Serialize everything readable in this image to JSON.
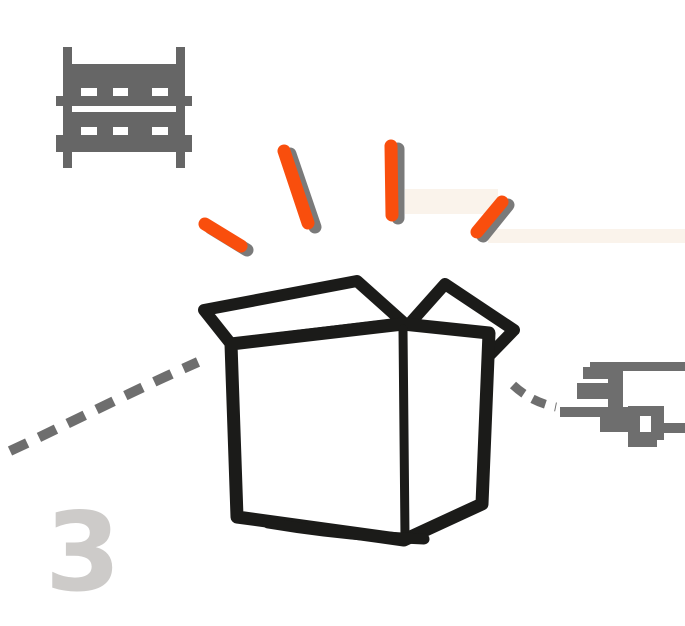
{
  "illustration": {
    "step_number": "3"
  },
  "icons": {
    "storage_rack": "storage-rack-icon",
    "sparkle_rays": "sparkle-rays-icon",
    "open_box": "open-box-icon",
    "dashed_route": "dashed-route-line",
    "speeding_wheel": "speeding-wheel-icon",
    "highlight_strips": "cream-highlight-strips"
  },
  "colors": {
    "accent_orange": "#F94E0D",
    "ink_black": "#1B1B19",
    "icon_gray": "#666666",
    "shadow_gray": "#7A7A7A",
    "dash_gray": "#6E6E6E",
    "cream_highlight": "#FAF3EB",
    "number_gray": "#CDCBC9",
    "box_fill": "#FFFFFF"
  }
}
